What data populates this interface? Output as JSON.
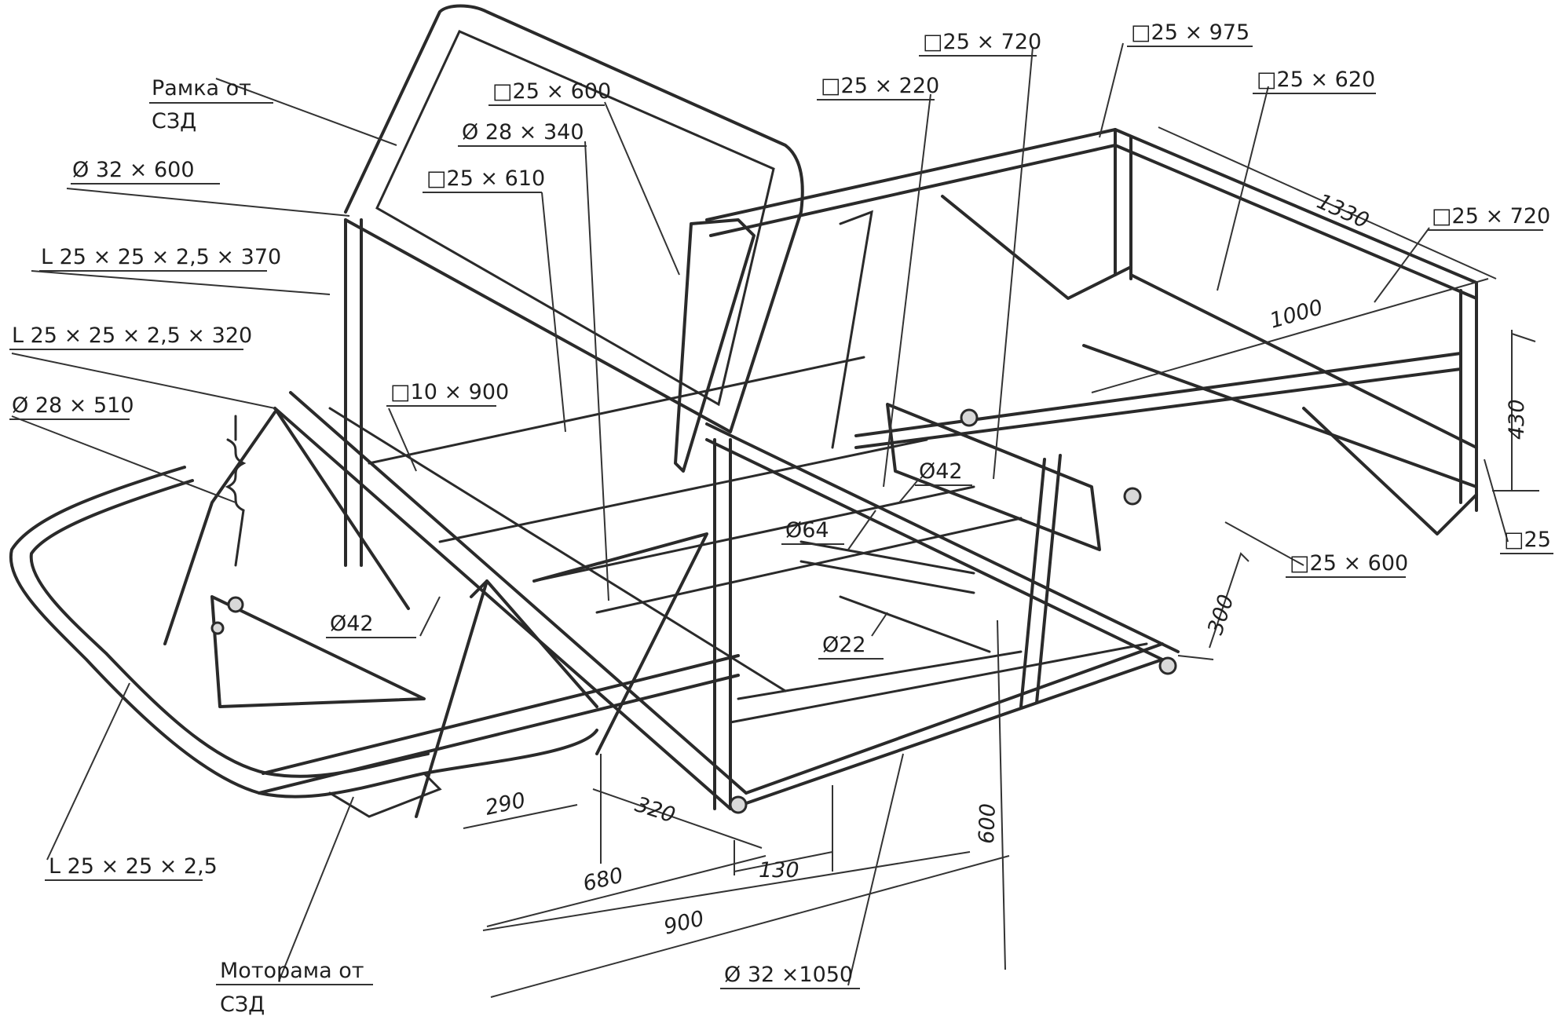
{
  "labels": {
    "ramka_line1": "Рамка от",
    "ramka_line2": "СЗД",
    "d32x600": "Ø 32 × 600",
    "L370": "L 25 × 25 × 2,5 × 370",
    "L320": "L 25 × 25 × 2,5 × 320",
    "d28x510": "Ø 28 × 510",
    "sq25x600_top": "□25 × 600",
    "d28x340": "Ø 28 × 340",
    "sq25x610": "□25 × 610",
    "sq10x900": "□10 × 900",
    "d42_left": "Ø42",
    "sq25x720_top": "□25 × 720",
    "sq25x220": "□25 × 220",
    "sq25x975": "□25 × 975",
    "sq25x620": "□25 × 620",
    "sq25x720_right": "□25 × 720",
    "sq25_right": "□25",
    "sq25x600_right": "□25 × 600",
    "d42_mid": "Ø42",
    "d64": "Ø64",
    "d22": "Ø22",
    "L25x25": "L 25 × 25 × 2,5",
    "motorama_line1": "Моторама от",
    "motorama_line2": "СЗД",
    "d32x1050": "Ø 32 ×1050"
  },
  "dimensions": {
    "d1330": "1330",
    "d1000": "1000",
    "d430": "430",
    "d300": "300",
    "d600": "600",
    "d290": "290",
    "d320": "320",
    "d680": "680",
    "d130": "130",
    "d900": "900"
  }
}
